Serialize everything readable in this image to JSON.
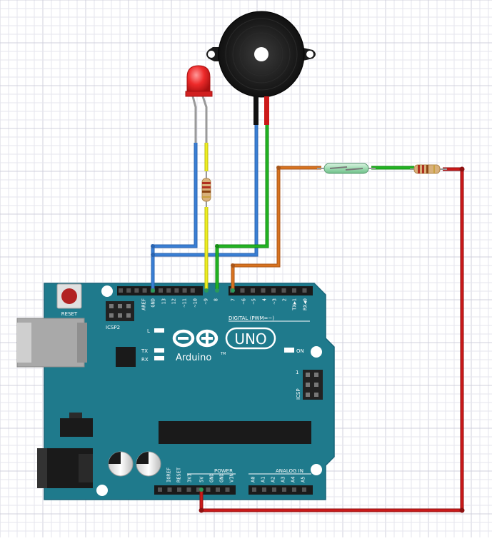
{
  "board": {
    "reset_label": "RESET",
    "icsp2_label": "ICSP2",
    "icsp_label": "ICSP",
    "icsp_pin1": "1",
    "digital_label": "DIGITAL (PWM=~)",
    "power_label": "POWER",
    "analog_label": "ANALOG IN",
    "led_l_label": "L",
    "led_tx_label": "TX",
    "led_rx_label": "RX",
    "led_on_label": "ON",
    "brand_label": "Arduino",
    "brand_tm": "TM",
    "model_label": "UNO",
    "digital_pins": [
      "AREF",
      "GND",
      "13",
      "12",
      "~11",
      "~10",
      "~9",
      "8",
      "7",
      "~6",
      "~5",
      "4",
      "~3",
      "2",
      "TX▶1",
      "RX◀0"
    ],
    "power_pins": [
      "IOREF",
      "RESET",
      "3V3",
      "5V",
      "GND",
      "GND",
      "VIN"
    ],
    "analog_pins": [
      "A0",
      "A1",
      "A2",
      "A3",
      "A4",
      "A5"
    ]
  },
  "colors": {
    "board": "#1f7a8c",
    "board_edge": "#176478",
    "wire_blue": "#3a7fd5",
    "wire_green": "#22b422",
    "wire_yellow": "#eeee22",
    "wire_orange": "#d9731f",
    "wire_red": "#cc1a1a",
    "led_red": "#ff3333"
  }
}
